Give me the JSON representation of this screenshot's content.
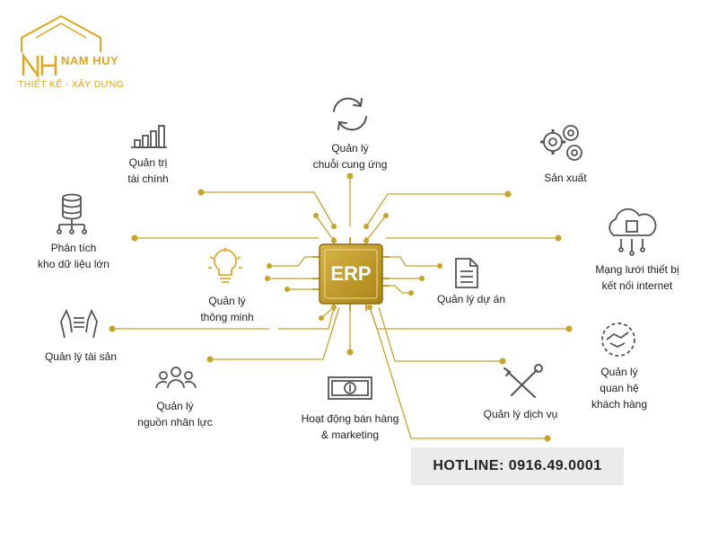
{
  "logo": {
    "mark": "NH",
    "name": "NAM HUY",
    "tagline": "THIẾT KẾ - XÂY DỰNG"
  },
  "center": {
    "label": "ERP"
  },
  "nodes": {
    "supply_chain": {
      "line1": "Quản lý",
      "line2": "chuỗi cung ứng",
      "icon": "cycle-arrows-icon"
    },
    "finance": {
      "line1": "Quản trị",
      "line2": "tài chính",
      "icon": "bar-chart-icon"
    },
    "production": {
      "line1": "Sản xuất",
      "icon": "gears-icon"
    },
    "big_data": {
      "line1": "Phân tích",
      "line2": "kho dữ liệu lớn",
      "icon": "database-icon"
    },
    "iot": {
      "line1": "Mạng lưới thiết bị",
      "line2": "kết nối internet",
      "icon": "cloud-chip-icon"
    },
    "smart": {
      "line1": "Quản lý",
      "line2": "thông minh",
      "icon": "lightbulb-icon"
    },
    "project": {
      "line1": "Quản lý dự án",
      "icon": "document-icon"
    },
    "assets": {
      "line1": "Quản lý tài sản",
      "icon": "hands-icon"
    },
    "crm": {
      "line1": "Quản lý",
      "line2": "quan hệ",
      "line3": "khách hàng",
      "icon": "handshake-icon"
    },
    "hr": {
      "line1": "Quản lý",
      "line2": "nguồn nhân lực",
      "icon": "people-icon"
    },
    "sales": {
      "line1": "Hoạt động bán hàng",
      "line2": "& marketing",
      "icon": "money-icon"
    },
    "service": {
      "line1": "Quản lý dịch vụ",
      "icon": "tools-icon"
    }
  },
  "hotline": "HOTLINE: 0916.49.0001",
  "colors": {
    "gold": "#c9a227",
    "gold_dark": "#a8841a",
    "logo": "#e3a51a"
  }
}
